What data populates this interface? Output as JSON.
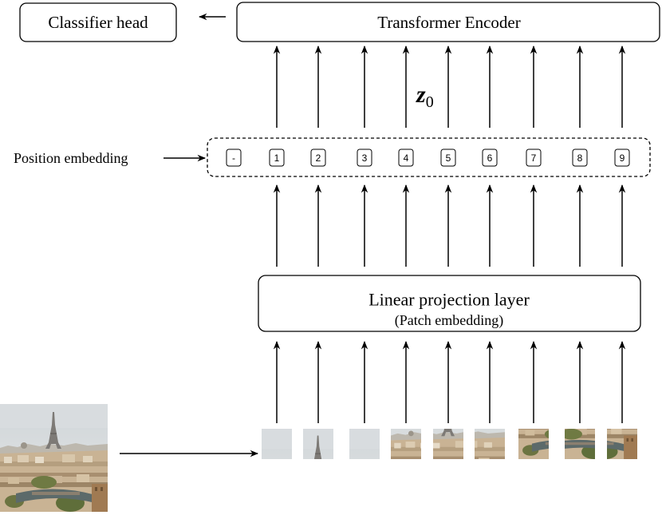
{
  "classifier_head": "Classifier head",
  "transformer_encoder": "Transformer Encoder",
  "z0": {
    "base": "z",
    "sub": "0"
  },
  "position_embedding_label": "Position embedding",
  "position_tokens": [
    "-",
    "1",
    "2",
    "3",
    "4",
    "5",
    "6",
    "7",
    "8",
    "9"
  ],
  "linear_projection": {
    "title": "Linear projection layer",
    "subtitle": "(Patch embedding)"
  },
  "input_image": {
    "subject": "paris-skyline-photo",
    "patch_count": 9
  },
  "colors": {
    "stroke": "#000000",
    "background": "#ffffff",
    "sky": "#d6dbde",
    "city": "#b8a17f"
  }
}
